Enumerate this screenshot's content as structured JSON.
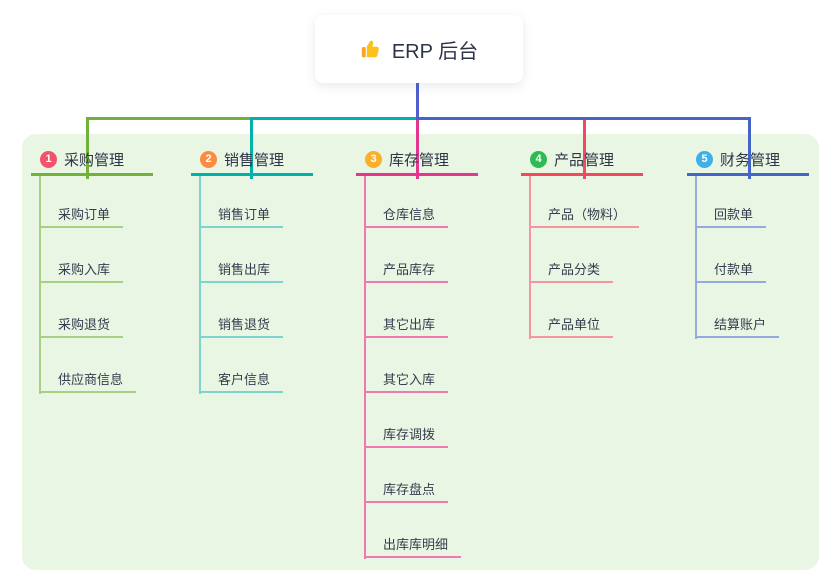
{
  "root": {
    "label": "ERP 后台",
    "icon": "thumbs-up"
  },
  "panel_color": "#e9f6e3",
  "root_connector_color": "#4f5fcb",
  "branches": [
    {
      "index": "1",
      "label": "采购管理",
      "badge_color": "#f0536b",
      "line_color": "#72b23c",
      "child_line_color": "#a6d184",
      "children": [
        "采购订单",
        "采购入库",
        "采购退货",
        "供应商信息"
      ]
    },
    {
      "index": "2",
      "label": "销售管理",
      "badge_color": "#fb8c44",
      "line_color": "#00b2a9",
      "child_line_color": "#7ed3cd",
      "children": [
        "销售订单",
        "销售出库",
        "销售退货",
        "客户信息"
      ]
    },
    {
      "index": "3",
      "label": "库存管理",
      "badge_color": "#fbaf2a",
      "line_color": "#e5368f",
      "child_line_color": "#ef79b2",
      "children": [
        "仓库信息",
        "产品库存",
        "其它出库",
        "其它入库",
        "库存调拨",
        "库存盘点",
        "出库库明细"
      ]
    },
    {
      "index": "4",
      "label": "产品管理",
      "badge_color": "#2fba53",
      "line_color": "#f4495b",
      "child_line_color": "#f8949d",
      "children": [
        "产品（物料）",
        "产品分类",
        "产品单位"
      ]
    },
    {
      "index": "5",
      "label": "财务管理",
      "badge_color": "#3fb0e8",
      "line_color": "#4565c6",
      "child_line_color": "#94a9de",
      "children": [
        "回款单",
        "付款单",
        "结算账户"
      ]
    }
  ]
}
